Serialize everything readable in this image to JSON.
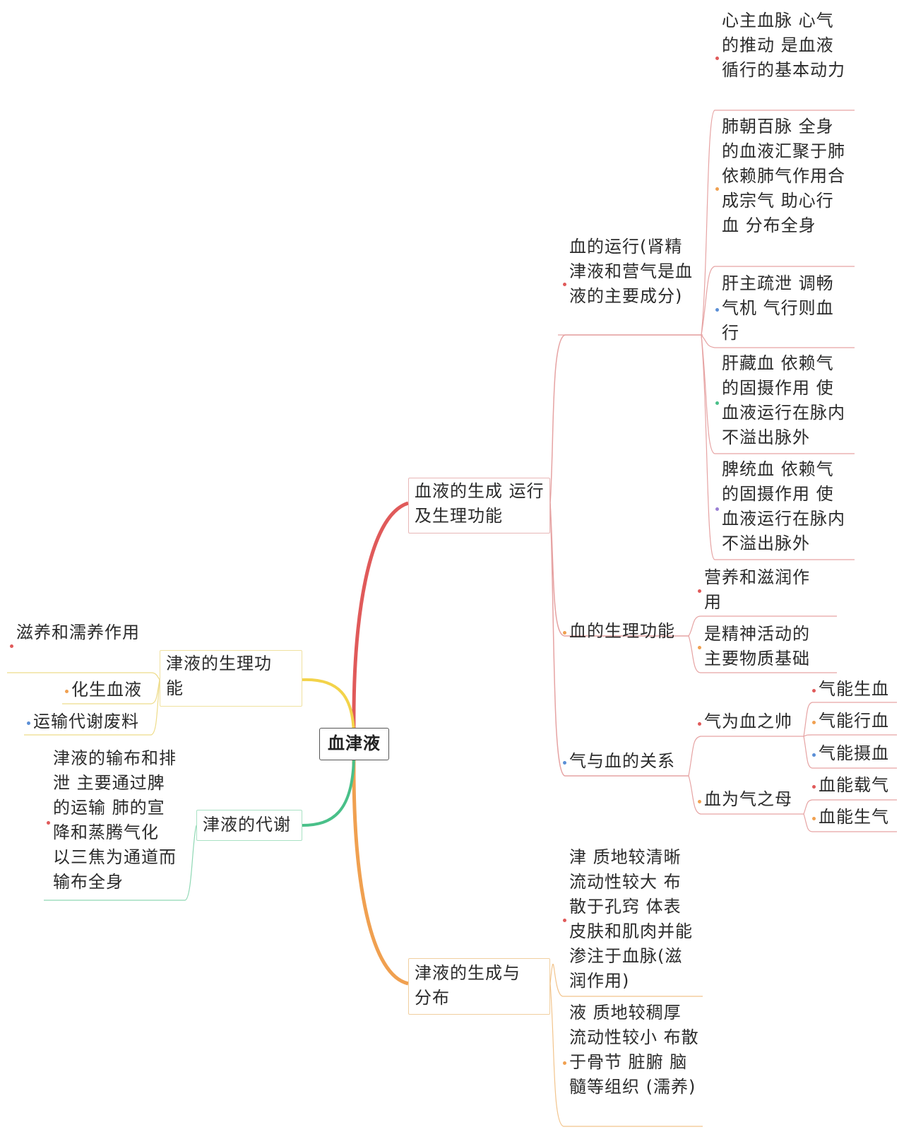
{
  "root": {
    "label": "血津液"
  },
  "branches": [
    {
      "label": "血液的生成 运行及生理功能",
      "children": [
        {
          "label": "血的运行(肾精 津液和营气是血液的主要成分)",
          "children": [
            {
              "label": "心主血脉 心气的推动 是血液循行的基本动力"
            },
            {
              "label": "肺朝百脉 全身的血液汇聚于肺 依赖肺气作用合成宗气 助心行血 分布全身"
            },
            {
              "label": "肝主疏泄 调畅气机 气行则血行"
            },
            {
              "label": "肝藏血 依赖气的固摄作用 使血液运行在脉内 不溢出脉外"
            },
            {
              "label": "脾统血 依赖气的固摄作用 使血液运行在脉内 不溢出脉外"
            }
          ]
        },
        {
          "label": "血的生理功能",
          "children": [
            {
              "label": "营养和滋润作用"
            },
            {
              "label": "是精神活动的主要物质基础"
            }
          ]
        },
        {
          "label": "气与血的关系",
          "children": [
            {
              "label": "气为血之帅",
              "children": [
                {
                  "label": "气能生血"
                },
                {
                  "label": "气能行血"
                },
                {
                  "label": "气能摄血"
                }
              ]
            },
            {
              "label": "血为气之母",
              "children": [
                {
                  "label": "血能载气"
                },
                {
                  "label": "血能生气"
                }
              ]
            }
          ]
        }
      ]
    },
    {
      "label": "津液的生成与分布",
      "children": [
        {
          "label": "津 质地较清晰 流动性较大 布散于孔窍 体表 皮肤和肌肉并能渗注于血脉(滋润作用)"
        },
        {
          "label": "液 质地较稠厚 流动性较小 布散于骨节 脏腑 脑 髓等组织 (濡养)"
        }
      ]
    },
    {
      "label": "津液的生理功能",
      "children": [
        {
          "label": "滋养和濡养作用"
        },
        {
          "label": "化生血液"
        },
        {
          "label": "运输代谢废料"
        }
      ]
    },
    {
      "label": "津液的代谢",
      "children": [
        {
          "label": "津液的输布和排泄 主要通过脾的运输 肺的宣降和蒸腾气化 以三焦为通道而输布全身"
        }
      ]
    }
  ],
  "colors": {
    "red": "#e05a5a",
    "orange": "#f0a050",
    "yellow": "#f3d34a",
    "green": "#49c089",
    "blue": "#5b8fd6",
    "line_red": "#e6a3a3",
    "line_yellow": "#eedc8a",
    "line_green": "#8fd8b4",
    "line_orange": "#f2c48c"
  }
}
